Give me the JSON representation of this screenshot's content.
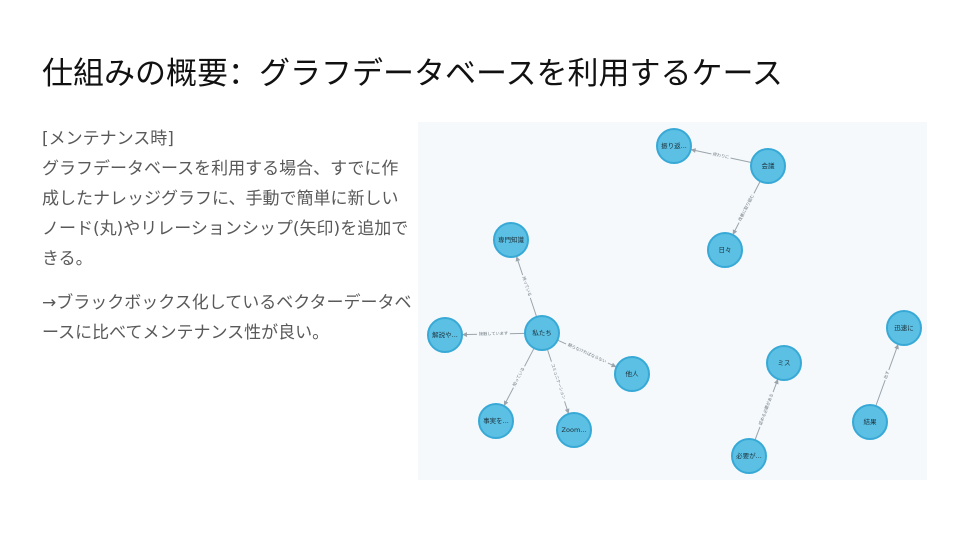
{
  "slide": {
    "title": "仕組みの概要：グラフデータベースを利用するケース",
    "paragraph1": "[メンテナンス時]\nグラフデータベースを利用する場合、すでに作成したナレッジグラフに、手動で簡単に新しいノード(丸)やリレーションシップ(矢印)を追加できる。",
    "paragraph2": "→ブラックボックス化しているベクターデータベースに比べてメンテナンス性が良い。"
  },
  "graph": {
    "node_color": "#5bc0e3",
    "edge_color": "#9aa4aa",
    "nodes": [
      {
        "id": "furikaeri",
        "label": "振り返..."
      },
      {
        "id": "kaigi",
        "label": "会議"
      },
      {
        "id": "hibi",
        "label": "日々"
      },
      {
        "id": "senmon",
        "label": "専門知識"
      },
      {
        "id": "watashi",
        "label": "私たち"
      },
      {
        "id": "kaisetsu",
        "label": "解説や..."
      },
      {
        "id": "tanin",
        "label": "他人"
      },
      {
        "id": "jijitsu",
        "label": "事実を..."
      },
      {
        "id": "zoom",
        "label": "Zoom..."
      },
      {
        "id": "misu",
        "label": "ミス"
      },
      {
        "id": "hitsuyou",
        "label": "必要が..."
      },
      {
        "id": "jinsoku",
        "label": "迅速に"
      },
      {
        "id": "kekka",
        "label": "結果"
      }
    ],
    "edges": [
      {
        "from": "kaigi",
        "to": "furikaeri",
        "label": "終わりに"
      },
      {
        "from": "kaigi",
        "to": "hibi",
        "label": "改善に取り組む"
      },
      {
        "from": "watashi",
        "to": "senmon",
        "label": "持っている"
      },
      {
        "from": "watashi",
        "to": "kaisetsu",
        "label": "接触しています"
      },
      {
        "from": "watashi",
        "to": "tanin",
        "label": "頼らなければならない"
      },
      {
        "from": "watashi",
        "to": "jijitsu",
        "label": "知っている"
      },
      {
        "from": "watashi",
        "to": "zoom",
        "label": "コミュニケーション"
      },
      {
        "from": "hitsuyou",
        "to": "misu",
        "label": "認める必要がある"
      },
      {
        "from": "kekka",
        "to": "jinsoku",
        "label": "出す"
      }
    ]
  }
}
